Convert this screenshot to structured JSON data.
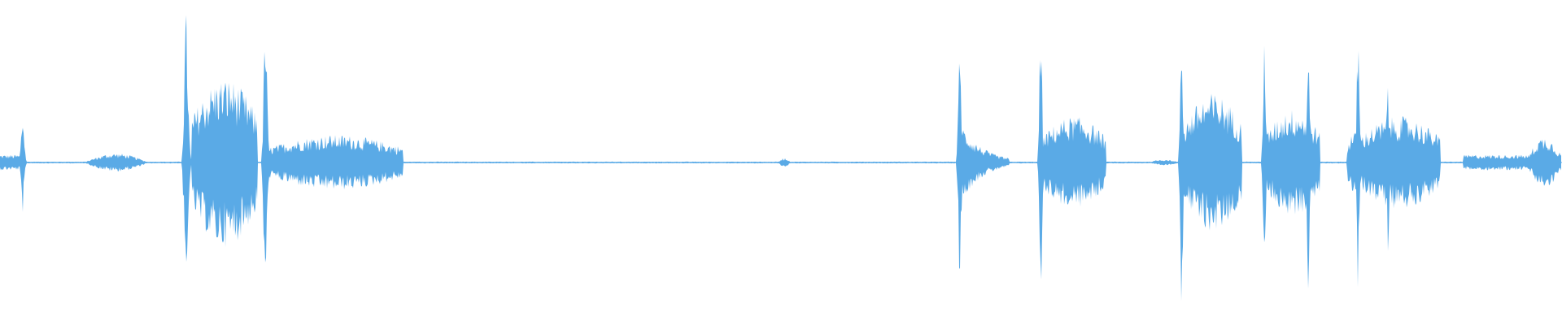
{
  "waveform": {
    "color": "#5aaae6",
    "background": "#ffffff",
    "duration": 1,
    "segments": [
      {
        "start": 0.0,
        "end": 0.013,
        "amp": 0.05,
        "shape": "flat"
      },
      {
        "start": 0.013,
        "end": 0.019,
        "amp": 0.33,
        "shape": "spike"
      },
      {
        "start": 0.054,
        "end": 0.095,
        "amp": 0.06,
        "shape": "hump"
      },
      {
        "start": 0.117,
        "end": 0.125,
        "amp": 0.98,
        "shape": "spike"
      },
      {
        "start": 0.123,
        "end": 0.165,
        "amp": 0.55,
        "shape": "burst"
      },
      {
        "start": 0.168,
        "end": 0.175,
        "amp": 0.98,
        "shape": "spike"
      },
      {
        "start": 0.172,
        "end": 0.258,
        "amp": 0.18,
        "shape": "burst"
      },
      {
        "start": 0.498,
        "end": 0.506,
        "amp": 0.03,
        "shape": "hump"
      },
      {
        "start": 0.613,
        "end": 0.619,
        "amp": 0.78,
        "shape": "spike"
      },
      {
        "start": 0.616,
        "end": 0.646,
        "amp": 0.25,
        "shape": "decay"
      },
      {
        "start": 0.665,
        "end": 0.67,
        "amp": 0.96,
        "shape": "spike"
      },
      {
        "start": 0.667,
        "end": 0.708,
        "amp": 0.3,
        "shape": "burst"
      },
      {
        "start": 0.735,
        "end": 0.755,
        "amp": 0.02,
        "shape": "hump"
      },
      {
        "start": 0.755,
        "end": 0.76,
        "amp": 0.99,
        "shape": "spike"
      },
      {
        "start": 0.758,
        "end": 0.795,
        "amp": 0.45,
        "shape": "burst"
      },
      {
        "start": 0.808,
        "end": 0.813,
        "amp": 0.99,
        "shape": "spike"
      },
      {
        "start": 0.811,
        "end": 0.845,
        "amp": 0.35,
        "shape": "burst"
      },
      {
        "start": 0.836,
        "end": 0.841,
        "amp": 0.88,
        "shape": "spike"
      },
      {
        "start": 0.863,
        "end": 0.87,
        "amp": 0.2,
        "shape": "burst"
      },
      {
        "start": 0.868,
        "end": 0.873,
        "amp": 0.97,
        "shape": "spike"
      },
      {
        "start": 0.87,
        "end": 0.922,
        "amp": 0.3,
        "shape": "burst"
      },
      {
        "start": 0.887,
        "end": 0.892,
        "amp": 0.58,
        "shape": "spike"
      },
      {
        "start": 0.937,
        "end": 0.982,
        "amp": 0.05,
        "shape": "flat"
      },
      {
        "start": 0.98,
        "end": 1.0,
        "amp": 0.17,
        "shape": "rise"
      }
    ]
  }
}
